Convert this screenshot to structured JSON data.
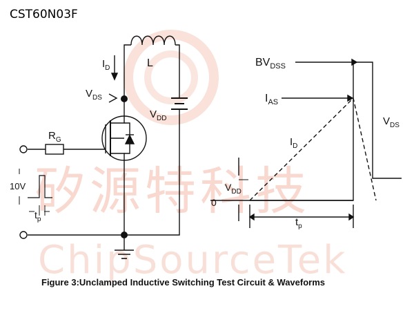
{
  "part_number": "CST60N03F",
  "caption": "Figure 3:Unclamped Inductive Switching Test Circuit & Waveforms",
  "watermark": {
    "chinese": "矽源特科技",
    "english": "ChipSourceTek"
  },
  "circuit": {
    "id_label": {
      "main": "I",
      "sub": "D"
    },
    "inductor_label": "L",
    "vds_label": {
      "main": "V",
      "sub": "DS"
    },
    "vdd_label": {
      "main": "V",
      "sub": "DD"
    },
    "rg_label": {
      "main": "R",
      "sub": "G"
    },
    "pulse_amplitude": "10V",
    "pulse_width": {
      "main": "t",
      "sub": "p"
    }
  },
  "waveform": {
    "bvdss_label": {
      "main": "BV",
      "sub": "DSS"
    },
    "ias_label": {
      "main": "I",
      "sub": "AS"
    },
    "id_label": {
      "main": "I",
      "sub": "D"
    },
    "vds_label": {
      "main": "V",
      "sub": "DS"
    },
    "vdd_label": {
      "main": "V",
      "sub": "DD"
    },
    "zero_label": "0",
    "tp_label": {
      "main": "t",
      "sub": "p"
    }
  },
  "colors": {
    "line": "#111111",
    "watermark": "#f3b9a8"
  }
}
